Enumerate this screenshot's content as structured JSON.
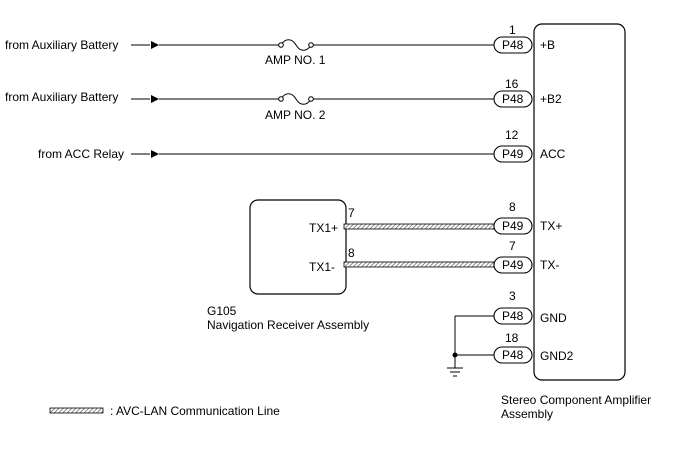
{
  "inputs": [
    {
      "source": "from Auxiliary Battery",
      "fuse": "AMP NO. 1",
      "pin": "1",
      "connector": "P48",
      "terminal": "+B"
    },
    {
      "source": "from Auxiliary Battery",
      "fuse": "AMP NO. 2",
      "pin": "16",
      "connector": "P48",
      "terminal": "+B2"
    },
    {
      "source": "from ACC Relay",
      "pin": "12",
      "connector": "P49",
      "terminal": "ACC"
    }
  ],
  "comm_lines": [
    {
      "nav_terminal": "TX1+",
      "nav_pin": "7",
      "pin": "8",
      "connector": "P49",
      "terminal": "TX+"
    },
    {
      "nav_terminal": "TX1-",
      "nav_pin": "8",
      "pin": "7",
      "connector": "P49",
      "terminal": "TX-"
    }
  ],
  "grounds": [
    {
      "pin": "3",
      "connector": "P48",
      "terminal": "GND"
    },
    {
      "pin": "18",
      "connector": "P48",
      "terminal": "GND2"
    }
  ],
  "navigation_receiver": {
    "code": "G105",
    "name": "Navigation Receiver Assembly"
  },
  "amplifier": {
    "name_line1": "Stereo Component Amplifier",
    "name_line2": "Assembly"
  },
  "legend": {
    "label": ": AVC-LAN Communication Line"
  },
  "colors": {
    "line": "#000000",
    "shield_fill": "#9a9a9a",
    "background": "#ffffff"
  }
}
